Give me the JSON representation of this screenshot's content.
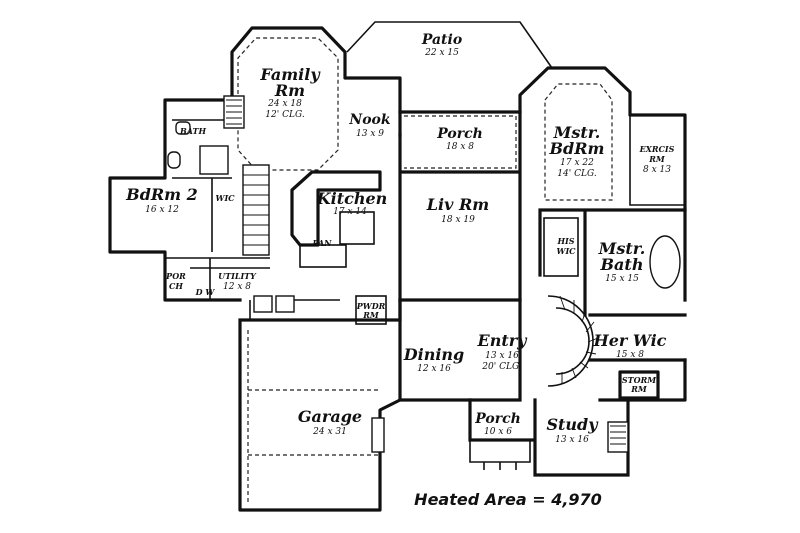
{
  "rooms": {
    "patio": {
      "name": "Patio",
      "dim": "22 x 15"
    },
    "family": {
      "name1": "Family",
      "name2": "Rm",
      "dim": "24 x 18",
      "clg": "12' CLG."
    },
    "nook": {
      "name": "Nook",
      "dim": "13 x 9"
    },
    "porch_rear": {
      "name": "Porch",
      "dim": "18 x 8"
    },
    "master_bd": {
      "name1": "Mstr.",
      "name2": "BdRm",
      "dim": "17 x 22",
      "clg": "14' CLG."
    },
    "exercise": {
      "name1": "EXRCIS",
      "name2": "RM",
      "dim": "8 x 13"
    },
    "bath": {
      "name": "BATH"
    },
    "bdrm2": {
      "name": "BdRm 2",
      "dim": "16 x 12"
    },
    "wic": {
      "name": "WIC"
    },
    "kitchen": {
      "name": "Kitchen",
      "dim": "17 x 14"
    },
    "pan": {
      "name": "PAN"
    },
    "liv": {
      "name": "Liv Rm",
      "dim": "18 x 19"
    },
    "his_wic": {
      "name1": "HIS",
      "name2": "WIC"
    },
    "master_bath": {
      "name1": "Mstr.",
      "name2": "Bath",
      "dim": "15 x 15"
    },
    "porch_side": {
      "name1": "POR",
      "name2": "CH"
    },
    "utility": {
      "name": "UTILITY",
      "dim": "12 x 8"
    },
    "dw": {
      "name": "D W"
    },
    "pwdr": {
      "name1": "PWDR",
      "name2": "RM"
    },
    "her_wic": {
      "name": "Her Wic",
      "dim": "15 x 8"
    },
    "dining": {
      "name": "Dining",
      "dim": "12 x 16"
    },
    "entry": {
      "name": "Entry",
      "dim": "13 x 16",
      "clg": "20' CLG."
    },
    "storm": {
      "name1": "STORM",
      "name2": "RM"
    },
    "garage": {
      "name": "Garage",
      "dim": "24 x 31"
    },
    "porch_front": {
      "name": "Porch",
      "dim": "10 x 6"
    },
    "study": {
      "name": "Study",
      "dim": "13 x 16"
    }
  },
  "heated_area": "Heated Area = 4,970"
}
